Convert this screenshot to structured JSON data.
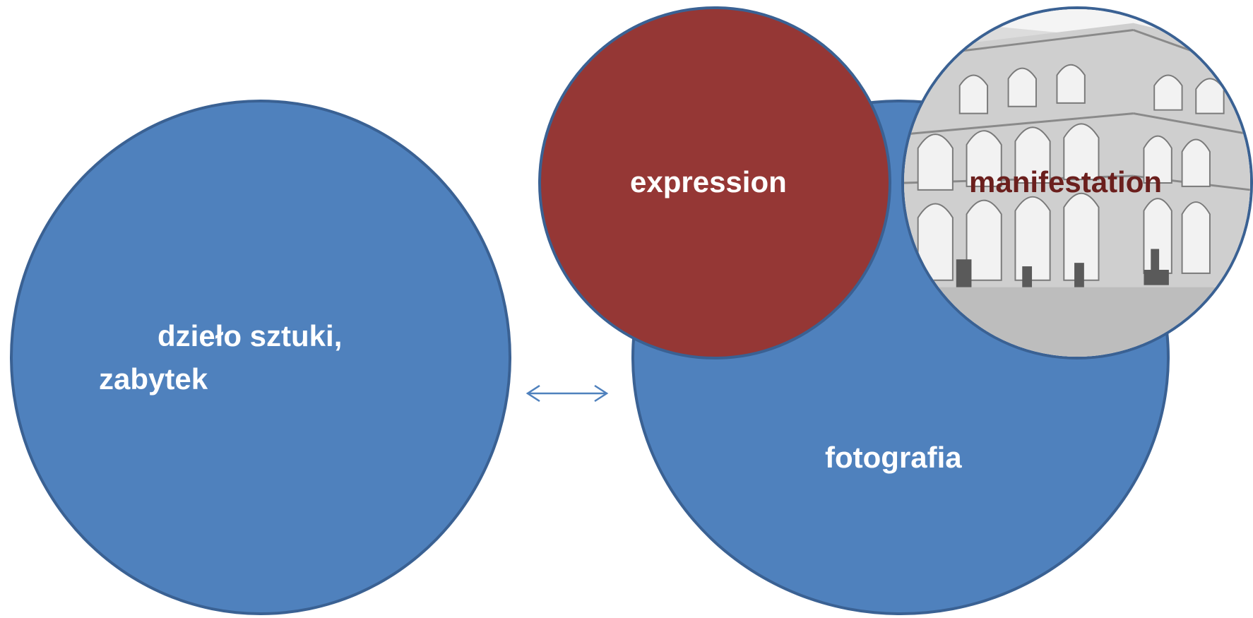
{
  "labels": {
    "dzielo": "dzieło sztuki,",
    "zabytek": "zabytek",
    "expression": "expression",
    "manifestation": "manifestation",
    "fotografia": "fotografia"
  },
  "colors": {
    "blue_circle": "#4f81bd",
    "circle_border": "#3a6193",
    "red_circle": "#953735",
    "white_text": "#ffffff",
    "manifestation_text": "#6b1f1d"
  },
  "icons": {
    "double_arrow": "double-arrow-icon",
    "photo": "arcaded-courtyard-photo"
  }
}
